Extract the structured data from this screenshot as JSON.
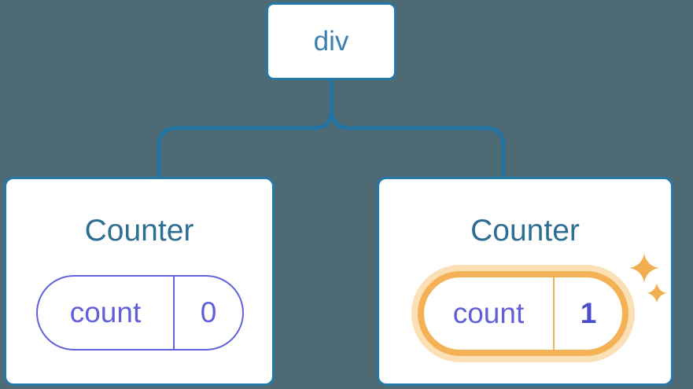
{
  "diagram": {
    "root": {
      "label": "div"
    },
    "children": [
      {
        "title": "Counter",
        "state": {
          "key": "count",
          "value": "0"
        },
        "highlighted": false
      },
      {
        "title": "Counter",
        "state": {
          "key": "count",
          "value": "1"
        },
        "highlighted": true
      }
    ],
    "colors": {
      "background": "#4d6a75",
      "connector": "#2073a3",
      "card_border": "#2579a8",
      "root_label": "#3b80ad",
      "card_title": "#2e6e93",
      "state_purple": "#6262dc",
      "state_text": "#615fd8",
      "state_value_bold": "#4b4ecb",
      "highlight_orange": "#f4b155",
      "highlight_glow": "#fbe0b5",
      "sparkle": "#f2ae4f"
    }
  }
}
